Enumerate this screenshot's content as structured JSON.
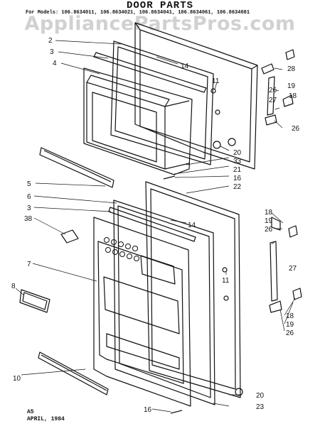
{
  "title": "DOOR PARTS",
  "models": "For Models: 106.8634011, 106.8634021, 106.8634041, 106.8634061, 106.8634081",
  "watermark": "AppliancePartsPros.com",
  "footer": {
    "code": "A5",
    "date": "APRIL, 1984"
  },
  "callouts": {
    "top": [
      "2",
      "3",
      "4",
      "14",
      "11",
      "28",
      "26",
      "19",
      "27",
      "18",
      "26",
      "20",
      "33",
      "21",
      "16",
      "22"
    ],
    "bottom": [
      "5",
      "6",
      "3",
      "38",
      "14",
      "18",
      "19",
      "26",
      "7",
      "27",
      "8",
      "11",
      "18",
      "19",
      "26",
      "10",
      "20",
      "16",
      "23"
    ]
  }
}
